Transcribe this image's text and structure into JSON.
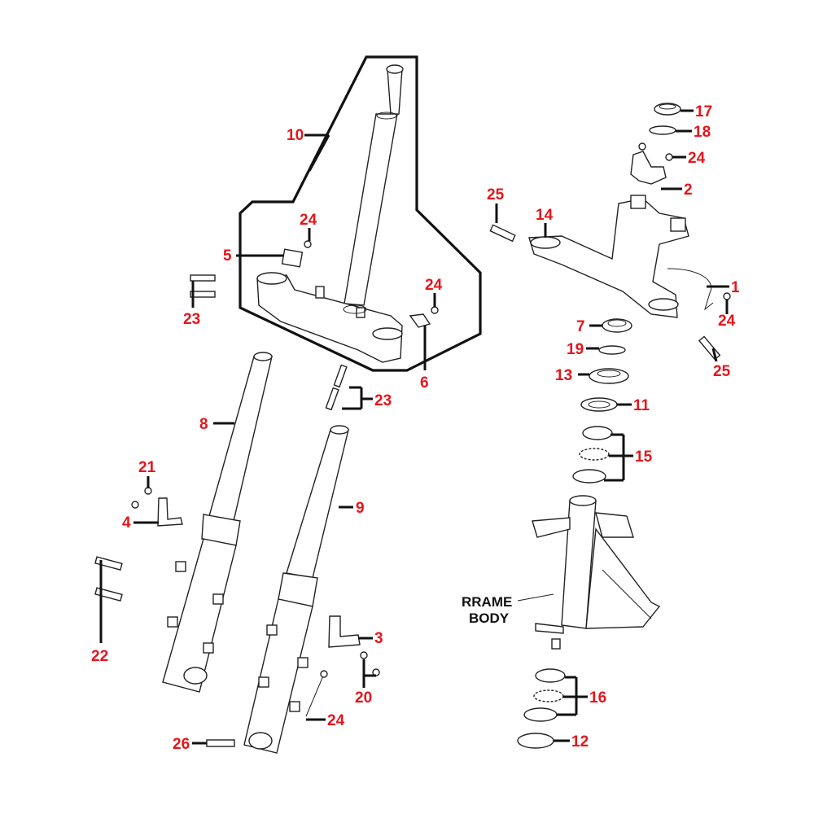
{
  "diagram": {
    "title": "Front fork / steering stem exploded parts diagram",
    "callout_color": "#e8141b",
    "callouts": [
      {
        "id": "c1",
        "number": "1"
      },
      {
        "id": "c2",
        "number": "2"
      },
      {
        "id": "c3",
        "number": "3"
      },
      {
        "id": "c4",
        "number": "4"
      },
      {
        "id": "c5",
        "number": "5"
      },
      {
        "id": "c6",
        "number": "6"
      },
      {
        "id": "c7",
        "number": "7"
      },
      {
        "id": "c8",
        "number": "8"
      },
      {
        "id": "c9",
        "number": "9"
      },
      {
        "id": "c10",
        "number": "10"
      },
      {
        "id": "c11",
        "number": "11"
      },
      {
        "id": "c12",
        "number": "12"
      },
      {
        "id": "c13",
        "number": "13"
      },
      {
        "id": "c14",
        "number": "14"
      },
      {
        "id": "c15",
        "number": "15"
      },
      {
        "id": "c16",
        "number": "16"
      },
      {
        "id": "c17",
        "number": "17"
      },
      {
        "id": "c18",
        "number": "18"
      },
      {
        "id": "c19",
        "number": "19"
      },
      {
        "id": "c20",
        "number": "20"
      },
      {
        "id": "c21",
        "number": "21"
      },
      {
        "id": "c22",
        "number": "22"
      },
      {
        "id": "c23a",
        "number": "23"
      },
      {
        "id": "c23b",
        "number": "23"
      },
      {
        "id": "c24a",
        "number": "24"
      },
      {
        "id": "c24b",
        "number": "24"
      },
      {
        "id": "c24c",
        "number": "24"
      },
      {
        "id": "c24d",
        "number": "24"
      },
      {
        "id": "c24e",
        "number": "24"
      },
      {
        "id": "c25a",
        "number": "25"
      },
      {
        "id": "c25b",
        "number": "25"
      },
      {
        "id": "c26",
        "number": "26"
      }
    ],
    "frame_label": {
      "line1": "RRAME",
      "line2": "BODY"
    }
  }
}
